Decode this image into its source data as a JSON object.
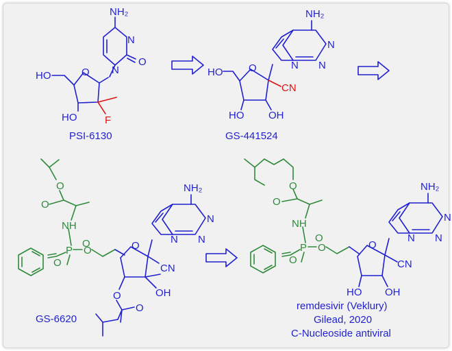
{
  "colors": {
    "background": "#f1f1f1",
    "blue": "#1f1fd1",
    "red": "#e01010",
    "green": "#2e8a3a",
    "black": "#111111",
    "arrow": "#1f1fd1"
  },
  "compounds": {
    "psi6130": {
      "caption": "PSI-6130",
      "atoms": {
        "nh2": "NH₂",
        "n1": "N",
        "n3": "N",
        "o_carbonyl": "O",
        "ho_ch2": "HO",
        "o_ring": "O",
        "ho_3": "HO",
        "f": "F"
      }
    },
    "gs441524": {
      "caption": "GS-441524",
      "atoms": {
        "nh2": "NH₂",
        "n_a": "N",
        "n_b": "N",
        "n_c": "N",
        "ho_ch2": "HO",
        "o_ring": "O",
        "cn": "CN",
        "ho_3": "HO",
        "oh_2": "OH"
      }
    },
    "gs6620": {
      "caption": "GS-6620",
      "atoms": {
        "nh2": "NH₂",
        "n_a": "N",
        "n_b": "N",
        "n_c": "N",
        "o_ester1": "O",
        "o_ester2": "O",
        "nh": "NH",
        "p": "P",
        "o_p1": "O",
        "o_p2": "O",
        "o_p3": "O",
        "o_ring": "O",
        "cn": "CN",
        "oh": "OH",
        "o_acyl": "O",
        "o_acyl2": "O"
      }
    },
    "remdesivir": {
      "caption_lines": [
        "remdesivir (Veklury)",
        "Gilead, 2020",
        "C-Nucleoside antiviral"
      ],
      "atoms": {
        "nh2": "NH₂",
        "n_a": "N",
        "n_b": "N",
        "n_c": "N",
        "o_ester1": "O",
        "o_ester2": "O",
        "nh": "NH",
        "p": "P",
        "o_p1": "O",
        "o_p2": "O",
        "o_p3": "O",
        "o_ring": "O",
        "cn": "CN",
        "ho_3": "HO",
        "oh_2": "OH"
      }
    }
  },
  "arrows": [
    "arrow-1",
    "arrow-2",
    "arrow-3"
  ]
}
